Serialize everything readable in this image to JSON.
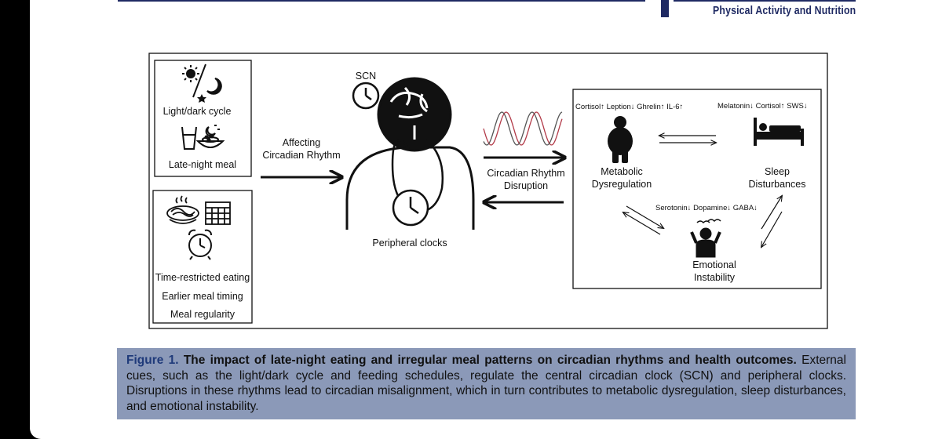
{
  "header": {
    "journal": "Physical Activity and Nutrition"
  },
  "figure": {
    "inputs_box": {
      "light_dark_label": "Light/dark cycle",
      "late_meal_label": "Late-night meal"
    },
    "strategies_box": {
      "items": [
        "Time-restricted eating",
        "Earlier meal timing",
        "Meal regularity"
      ]
    },
    "affecting_label": [
      "Affecting",
      "Circadian Rhythm"
    ],
    "scn_label": "SCN",
    "peripheral_label": "Peripheral clocks",
    "disruption_label": [
      "Circadian Rhythm",
      "Disruption"
    ],
    "outcomes": {
      "metabolic": {
        "label": [
          "Metabolic",
          "Dysregulation"
        ],
        "markers": [
          {
            "name": "Cortisol",
            "direction": "up"
          },
          {
            "name": "Leption",
            "direction": "down"
          },
          {
            "name": "Ghrelin",
            "direction": "up"
          },
          {
            "name": "IL-6",
            "direction": "up"
          }
        ]
      },
      "sleep": {
        "label": [
          "Sleep",
          "Disturbances"
        ],
        "markers": [
          {
            "name": "Melatonin",
            "direction": "down"
          },
          {
            "name": "Cortisol",
            "direction": "up"
          },
          {
            "name": "SWS",
            "direction": "down"
          }
        ]
      },
      "emotional": {
        "label": [
          "Emotional",
          "Instability"
        ],
        "markers": [
          {
            "name": "Serotonin",
            "direction": "down"
          },
          {
            "name": "Dopamine",
            "direction": "down"
          },
          {
            "name": "GABA",
            "direction": "down"
          }
        ]
      }
    },
    "colors": {
      "wave_red": "#b23a48",
      "wave_dark": "#555555",
      "line": "#111111"
    }
  },
  "caption": {
    "label": "Figure 1.",
    "title": "The impact of late-night eating and irregular meal patterns on circadian rhythms and health outcomes.",
    "body": "External cues, such as the light/dark cycle and feeding schedules, regulate the central circadian clock (SCN) and peripheral clocks. Disruptions in these rhythms lead to circadian misalignment, which in turn contributes to metabolic dysregulation, sleep disturbances, and emotional instability."
  }
}
